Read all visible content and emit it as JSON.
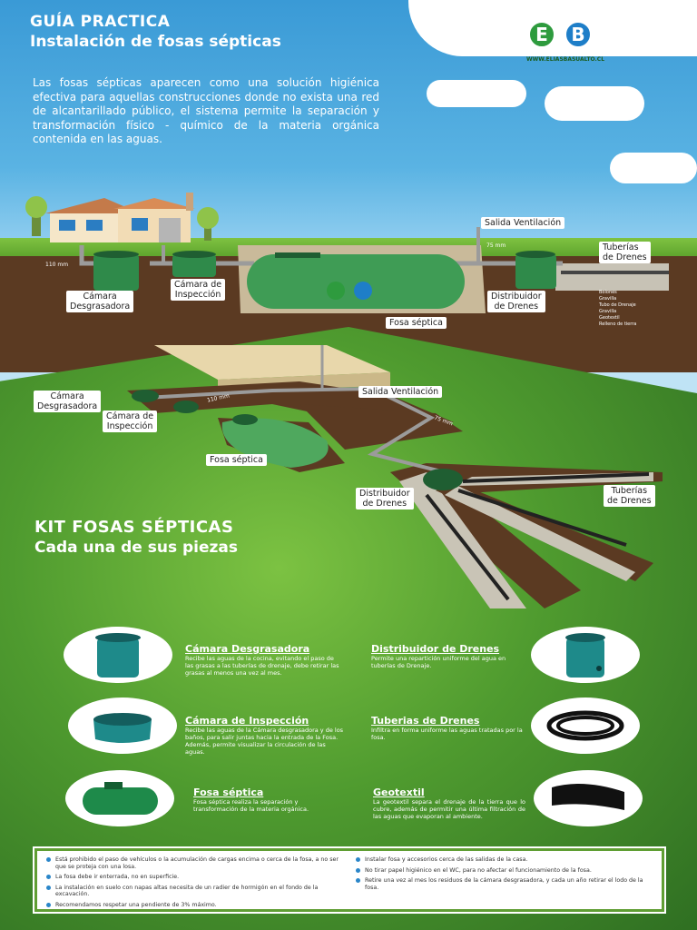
{
  "header": {
    "title_line1": "GUÍA PRACTICA",
    "title_line2": "Instalación de fosas sépticas",
    "intro": "Las fosas sépticas aparecen como una solución higiénica efectiva para aquellas construcciones donde no exista una red de alcantarillado público, el sistema permite la separación y transformación físico - químico de la materia orgánica contenida en las aguas."
  },
  "logo": {
    "letter_e": "E",
    "letter_b": "B",
    "url": "WWW.ELIASBASUALTO.CL",
    "color_e": "#2e9b3e",
    "color_b": "#1e7ec8"
  },
  "diagram_top": {
    "pipe_110": "110 mm",
    "pipe_75": "75 mm",
    "camara_desgrasadora": "Cámara\nDesgrasadora",
    "camara_inspeccion": "Cámara de\nInspección",
    "fosa_septica": "Fosa séptica",
    "distribuidor": "Distribuidor\nde Drenes",
    "salida_ventilacion": "Salida Ventilación",
    "tuberias_drenes": "Tuberías\nde Drenes",
    "layers": [
      "Bolones",
      "Gravilla",
      "Tubo de Drenaje",
      "Gravilla",
      "Geotextil",
      "Relleno de tierra"
    ]
  },
  "diagram_bottom": {
    "camara_desgrasadora": "Cámara\nDesgrasadora",
    "camara_inspeccion": "Cámara de\nInspección",
    "pipe_110": "110 mm",
    "pipe_75": "75 mm",
    "salida_ventilacion": "Salida Ventilación",
    "fosa_septica": "Fosa séptica",
    "distribuidor": "Distribuidor\nde Drenes",
    "tuberias_drenes": "Tuberías\nde Drenes"
  },
  "kit": {
    "title_line1": "KIT FOSAS SÉPTICAS",
    "title_line2": "Cada una de sus piezas",
    "pieces": [
      {
        "name": "Cámara Desgrasadora",
        "desc": "Recibe las aguas de la cocina, evitando el paso de las grasas a las tuberías de drenaje, debe retirar las grasas al menos una vez al mes."
      },
      {
        "name": "Distribuidor de Drenes",
        "desc": "Permite una repartición uniforme del agua en tuberías de Drenaje."
      },
      {
        "name": "Cámara de Inspección",
        "desc": "Recibe las aguas de la Cámara desgrasadora y de los baños, para salir juntas hacia la entrada de la Fosa. Además, permite visualizar la circulación de las aguas."
      },
      {
        "name": "Tuberias de Drenes",
        "desc": "Infiltra en forma uniforme las aguas tratadas por la fosa."
      },
      {
        "name": "Fosa séptica",
        "desc": "Fosa séptica realiza la separación y transformación de la materia orgánica."
      },
      {
        "name": "Geotextil",
        "desc": "La geotextil separa el drenaje de la tierra que lo cubre, además de permitir una última filtración de las aguas que evaporan al ambiente."
      }
    ]
  },
  "tips": {
    "left": [
      "Está prohibido el paso de vehículos o la acumulación de cargas encima o cerca de la fosa, a no ser que se proteja con una losa.",
      "La fosa debe ir enterrada, no en superficie.",
      "La instalación en suelo con napas altas necesita de un radier de hormigón en el fondo de la excavación.",
      "Recomendamos respetar una pendiente de 3% máximo."
    ],
    "right": [
      "Instalar fosa y accesorios cerca de las salidas de la casa.",
      "No tirar papel higiénico en el WC, para no afectar el funcionamiento de la fosa.",
      "Retire una vez al mes los residuos de la cámara desgrasadora, y cada un año retirar el lodo de la fosa."
    ]
  }
}
